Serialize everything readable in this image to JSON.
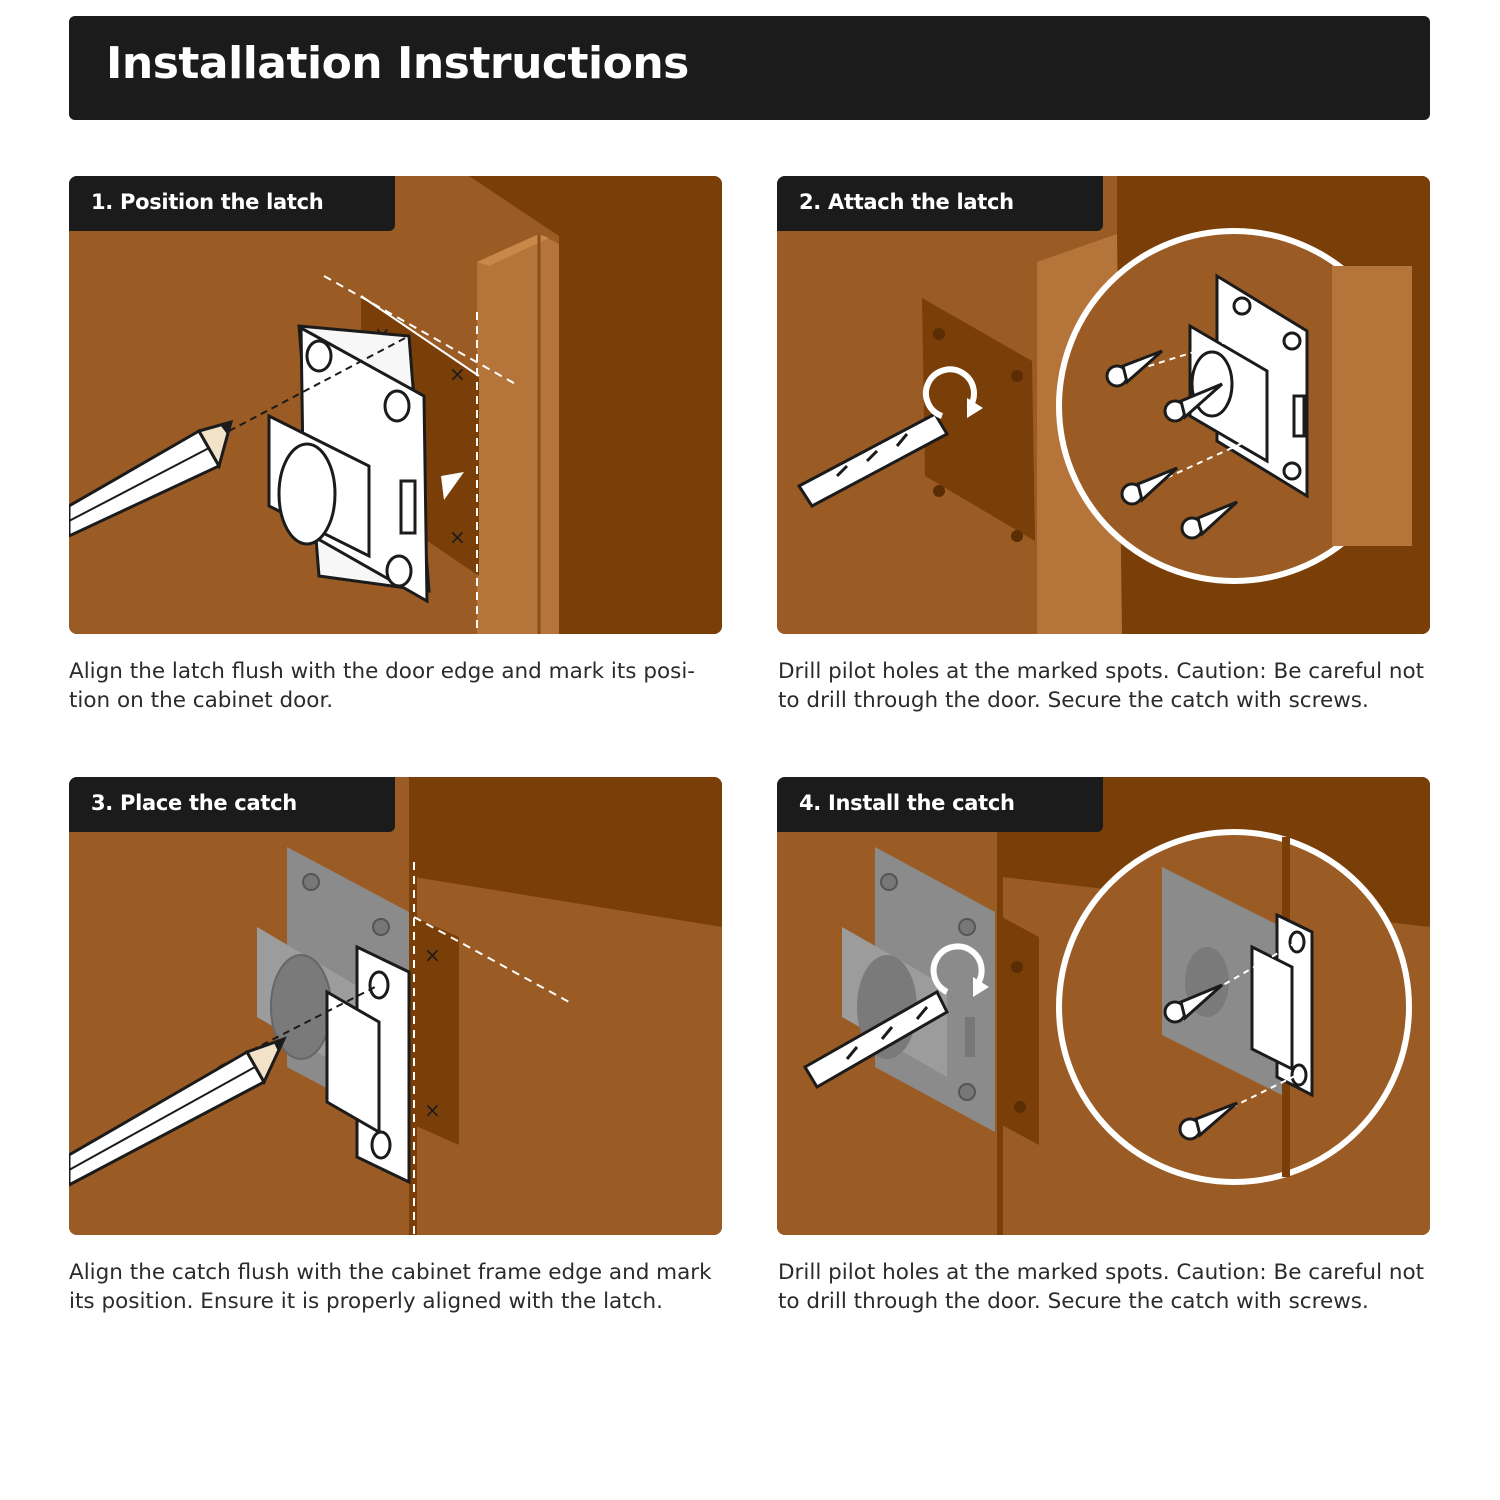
{
  "header": {
    "title": "Installation Instructions"
  },
  "steps": [
    {
      "label": "1. Position the latch",
      "caption": "Align the latch flush with the door edge and mark its posi-\ntion on the cabinet door."
    },
    {
      "label": "2. Attach the latch",
      "caption": "Drill pilot holes at the marked spots. Caution: Be careful not\nto drill through the door. Secure the catch with screws."
    },
    {
      "label": "3. Place the catch",
      "caption": "Align the catch flush with the cabinet frame edge and mark\nits position. Ensure it is properly aligned with the latch."
    },
    {
      "label": "4. Install the catch",
      "caption": "Drill pilot holes at the marked spots. Caution: Be careful not\nto drill through the door. Secure the catch with screws."
    }
  ],
  "colors": {
    "header_bg": "#1c1b1b",
    "wood_main": "#9a5c24",
    "wood_dark": "#7a3f08",
    "wood_light": "#b5743a",
    "line_color": "#ffffff"
  }
}
